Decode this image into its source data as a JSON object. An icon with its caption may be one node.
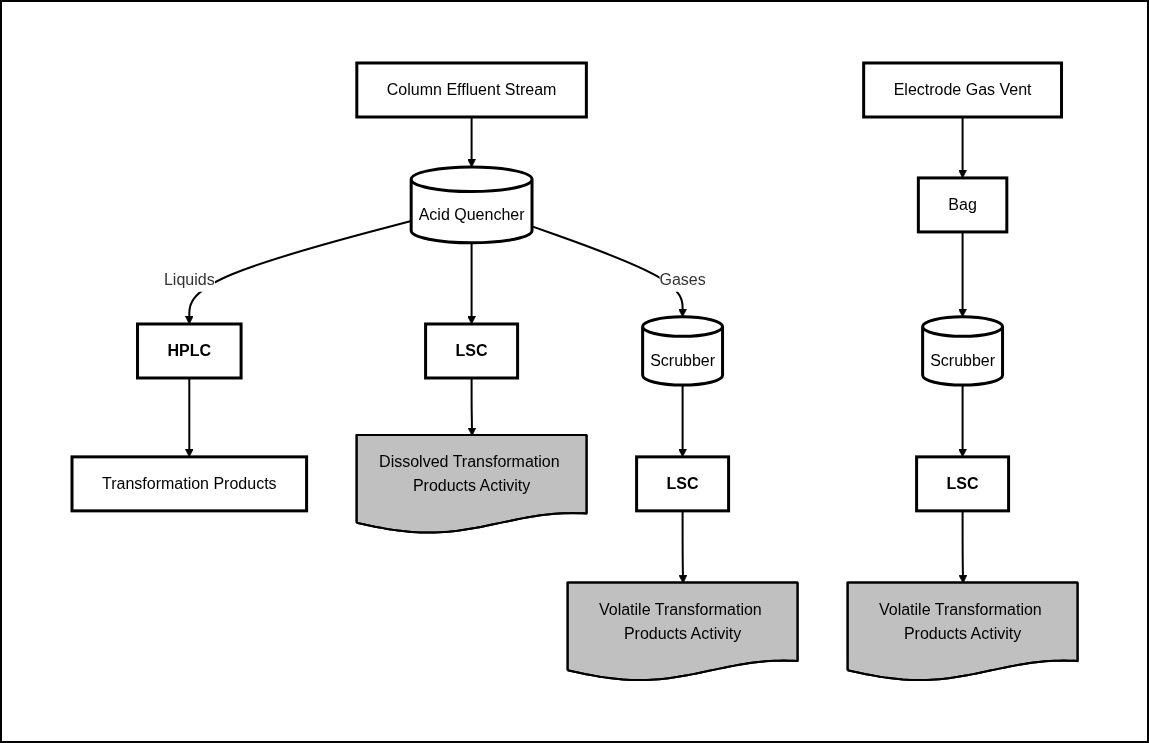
{
  "diagram": {
    "nodes": [
      {
        "text": [
          "Column Effluent Stream"
        ]
      },
      {
        "text": [
          "Acid Quencher"
        ]
      },
      {
        "text": [
          "Scrubber"
        ]
      },
      {
        "text": [
          "HPLC"
        ]
      },
      {
        "text": [
          "LSC"
        ]
      },
      {
        "text": [
          "Transformation Products"
        ]
      },
      {
        "text": [
          "Dissolved Transformation Products Activity"
        ]
      },
      {
        "text": [
          "LSC"
        ]
      },
      {
        "text": [
          "Volatile Transformation Products Activity"
        ]
      },
      {
        "text": [
          "Electrode Gas Vent"
        ]
      },
      {
        "text": [
          "Bag"
        ]
      },
      {
        "text": [
          "Scrubber"
        ]
      },
      {
        "text": [
          "LSC"
        ]
      },
      {
        "text": [
          "Volatile Transformation Products Activity"
        ]
      }
    ],
    "edges": [
      {
        "from": 0,
        "to": 1,
        "arrow": "to"
      },
      {
        "from": 1,
        "to": 2,
        "arrow": "to",
        "label": "Gases"
      },
      {
        "from": 1,
        "to": 3,
        "arrow": "to",
        "label": "Liquids"
      },
      {
        "from": 1,
        "to": 4,
        "arrow": "to"
      },
      {
        "from": 3,
        "to": 5,
        "arrow": "to"
      },
      {
        "from": 4,
        "to": 6,
        "arrow": "to"
      },
      {
        "from": 2,
        "to": 7,
        "arrow": "to"
      },
      {
        "from": 7,
        "to": 8,
        "arrow": "to"
      },
      {
        "from": 9,
        "to": 10,
        "arrow": "to"
      },
      {
        "from": 10,
        "to": 11,
        "arrow": "to"
      },
      {
        "from": 11,
        "to": 12,
        "arrow": "to"
      },
      {
        "from": 12,
        "to": 13,
        "arrow": "to"
      }
    ]
  }
}
